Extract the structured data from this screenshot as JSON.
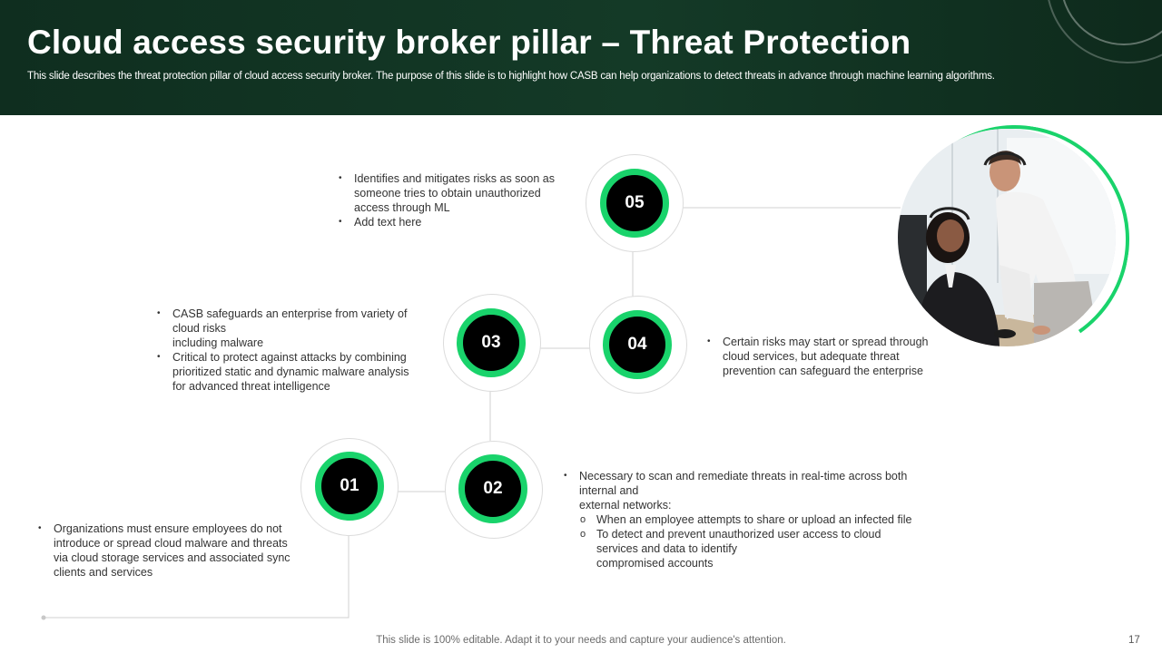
{
  "header": {
    "title": "Cloud access security broker pillar – Threat Protection",
    "subtitle": "This slide describes the threat protection pillar of cloud access security broker. The purpose of this slide is to highlight how CASB can help organizations to detect threats in advance through machine learning algorithms."
  },
  "steps": [
    {
      "number": "01",
      "lines": [
        {
          "text": "Organizations must ensure employees do not",
          "kind": "bullet"
        },
        {
          "text": "introduce or spread cloud malware and threats",
          "kind": "cont"
        },
        {
          "text": "via cloud storage services and associated sync",
          "kind": "cont"
        },
        {
          "text": "clients and services",
          "kind": "cont"
        }
      ]
    },
    {
      "number": "02",
      "lines": [
        {
          "text": "Necessary to scan and remediate threats in real-time across both",
          "kind": "bullet"
        },
        {
          "text": "internal and",
          "kind": "cont"
        },
        {
          "text": "external networks:",
          "kind": "cont"
        },
        {
          "text": "When an employee attempts to share or upload  an infected file",
          "kind": "sub"
        },
        {
          "text": "To detect and prevent  unauthorized user access to cloud",
          "kind": "sub"
        },
        {
          "text": "services and data to identify",
          "kind": "subcont"
        },
        {
          "text": "compromised accounts",
          "kind": "subcont"
        }
      ]
    },
    {
      "number": "03",
      "lines": [
        {
          "text": "CASB safeguards  an enterprise from variety of",
          "kind": "bullet"
        },
        {
          "text": "cloud risks",
          "kind": "cont"
        },
        {
          "text": "including malware",
          "kind": "cont"
        },
        {
          "text": "Critical to protect against attacks by combining",
          "kind": "bullet"
        },
        {
          "text": "prioritized static and dynamic malware analysis",
          "kind": "cont"
        },
        {
          "text": "for advanced  threat intelligence",
          "kind": "cont"
        }
      ]
    },
    {
      "number": "04",
      "lines": [
        {
          "text": "Certain risks may start or spread through",
          "kind": "bullet"
        },
        {
          "text": "cloud services,  but adequate threat",
          "kind": "cont"
        },
        {
          "text": "prevention  can safeguard  the enterprise",
          "kind": "cont"
        }
      ]
    },
    {
      "number": "05",
      "lines": [
        {
          "text": "Identifies  and mitigates risks as soon as",
          "kind": "bullet"
        },
        {
          "text": "someone tries to obtain unauthorized",
          "kind": "cont"
        },
        {
          "text": "access through ML",
          "kind": "cont"
        },
        {
          "text": "Add text here",
          "kind": "bullet"
        }
      ]
    }
  ],
  "footer": {
    "note": "This slide is 100% editable. Adapt it to your needs and capture your audience's attention.",
    "page_number": "17"
  },
  "colors": {
    "accent": "#19d36b",
    "header_bg": "#143a27",
    "node_fill": "#000000"
  },
  "icons": {
    "photo": "team-at-computer-image"
  }
}
